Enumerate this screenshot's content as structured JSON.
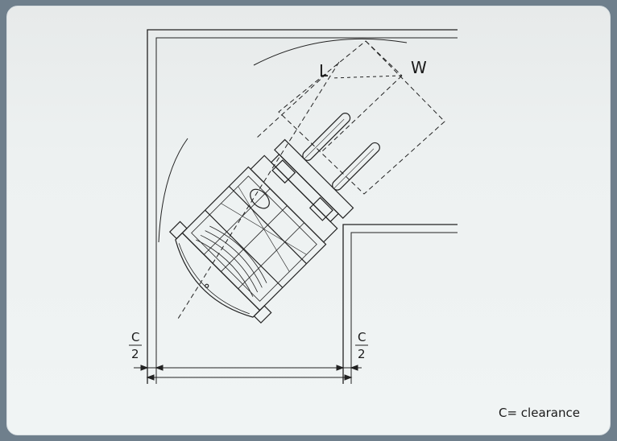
{
  "labels": {
    "length": "L",
    "width": "W",
    "half_clearance_numerator": "C",
    "half_clearance_denominator": "2",
    "legend": "C= clearance"
  },
  "colors": {
    "line": "#222222",
    "background": "#eef1f1"
  }
}
